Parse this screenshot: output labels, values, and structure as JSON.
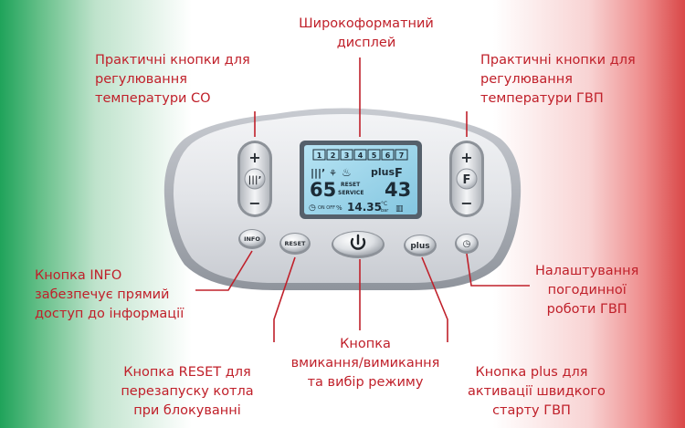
{
  "callouts": {
    "display": [
      "Широкоформатний",
      "дисплей"
    ],
    "temp_co": [
      "Практичні кнопки для",
      "регулювання",
      "температури СО"
    ],
    "temp_gvp": [
      "Практичні кнопки для",
      "регулювання",
      "температури ГВП"
    ],
    "info": [
      "Кнопка INFO",
      "забезпечує прямий",
      "доступ до інформації"
    ],
    "weather": [
      "Налаштування",
      "погодинної",
      "роботи ГВП"
    ],
    "power": [
      "Кнопка",
      "вмикання/вимикання",
      "та вибір режиму"
    ],
    "reset": [
      "Кнопка RESET для",
      "перезапуску котла",
      "при блокуванні"
    ],
    "plus": [
      "Кнопка plus для",
      "активації швидкого",
      "старту ГВП"
    ]
  },
  "buttons": {
    "info": "INFO",
    "reset": "RESET",
    "plus": "plus",
    "plus_sign": "+",
    "minus_sign": "−"
  },
  "lcd": {
    "digits": [
      "1",
      "2",
      "3",
      "4",
      "5",
      "6",
      "7"
    ],
    "mode": "plus",
    "temp_left": "65",
    "temp_right": "43",
    "reset": "RESET",
    "service": "SERVICE",
    "time": "14.35",
    "on_off": "ON OFF",
    "percent": "%",
    "unit_c": "°C",
    "unit_bar": "bar"
  },
  "colors": {
    "callout_red": "#c0202a",
    "lcd_blue": "#9fd6ec",
    "panel": "#e4e6ea"
  }
}
